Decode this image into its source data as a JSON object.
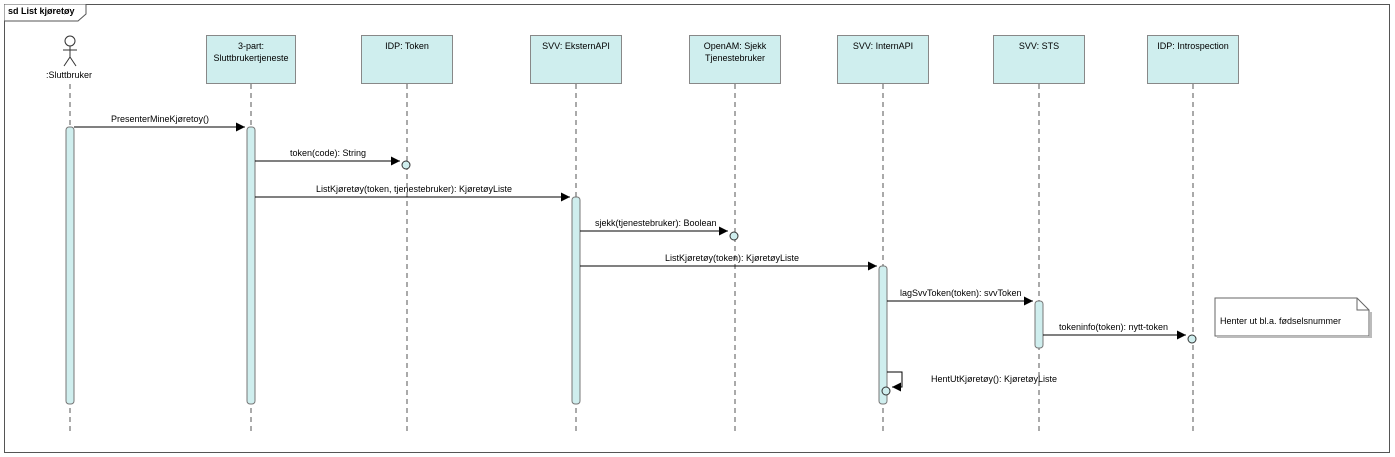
{
  "frame": {
    "title": "sd List kjøretøy"
  },
  "actor": {
    "name": ":Sluttbruker"
  },
  "lifelines": [
    {
      "line1": "3-part:",
      "line2": "Sluttbrukertjeneste"
    },
    {
      "line1": "IDP: Token",
      "line2": ""
    },
    {
      "line1": "SVV: EksternAPI",
      "line2": ""
    },
    {
      "line1": "OpenAM: Sjekk",
      "line2": "Tjenestebruker"
    },
    {
      "line1": "SVV: InternAPI",
      "line2": ""
    },
    {
      "line1": "SVV: STS",
      "line2": ""
    },
    {
      "line1": "IDP: Introspection",
      "line2": ""
    }
  ],
  "messages": [
    "PresenterMineKjøretoy()",
    "token(code): String",
    "ListKjøretøy(token, tjenestebruker): KjøretøyListe",
    "sjekk(tjenestebruker): Boolean",
    "ListKjøretøy(token): KjøretøyListe",
    "lagSvvToken(token): svvToken",
    "tokeninfo(token): nytt-token",
    "HentUtKjøretøy(): KjøretøyListe"
  ],
  "note": {
    "text": "Henter ut bl.a. fødselsnummer"
  },
  "colors": {
    "lifeline_fill": "#cfeeee",
    "border": "#888888",
    "arrow": "#000000"
  }
}
